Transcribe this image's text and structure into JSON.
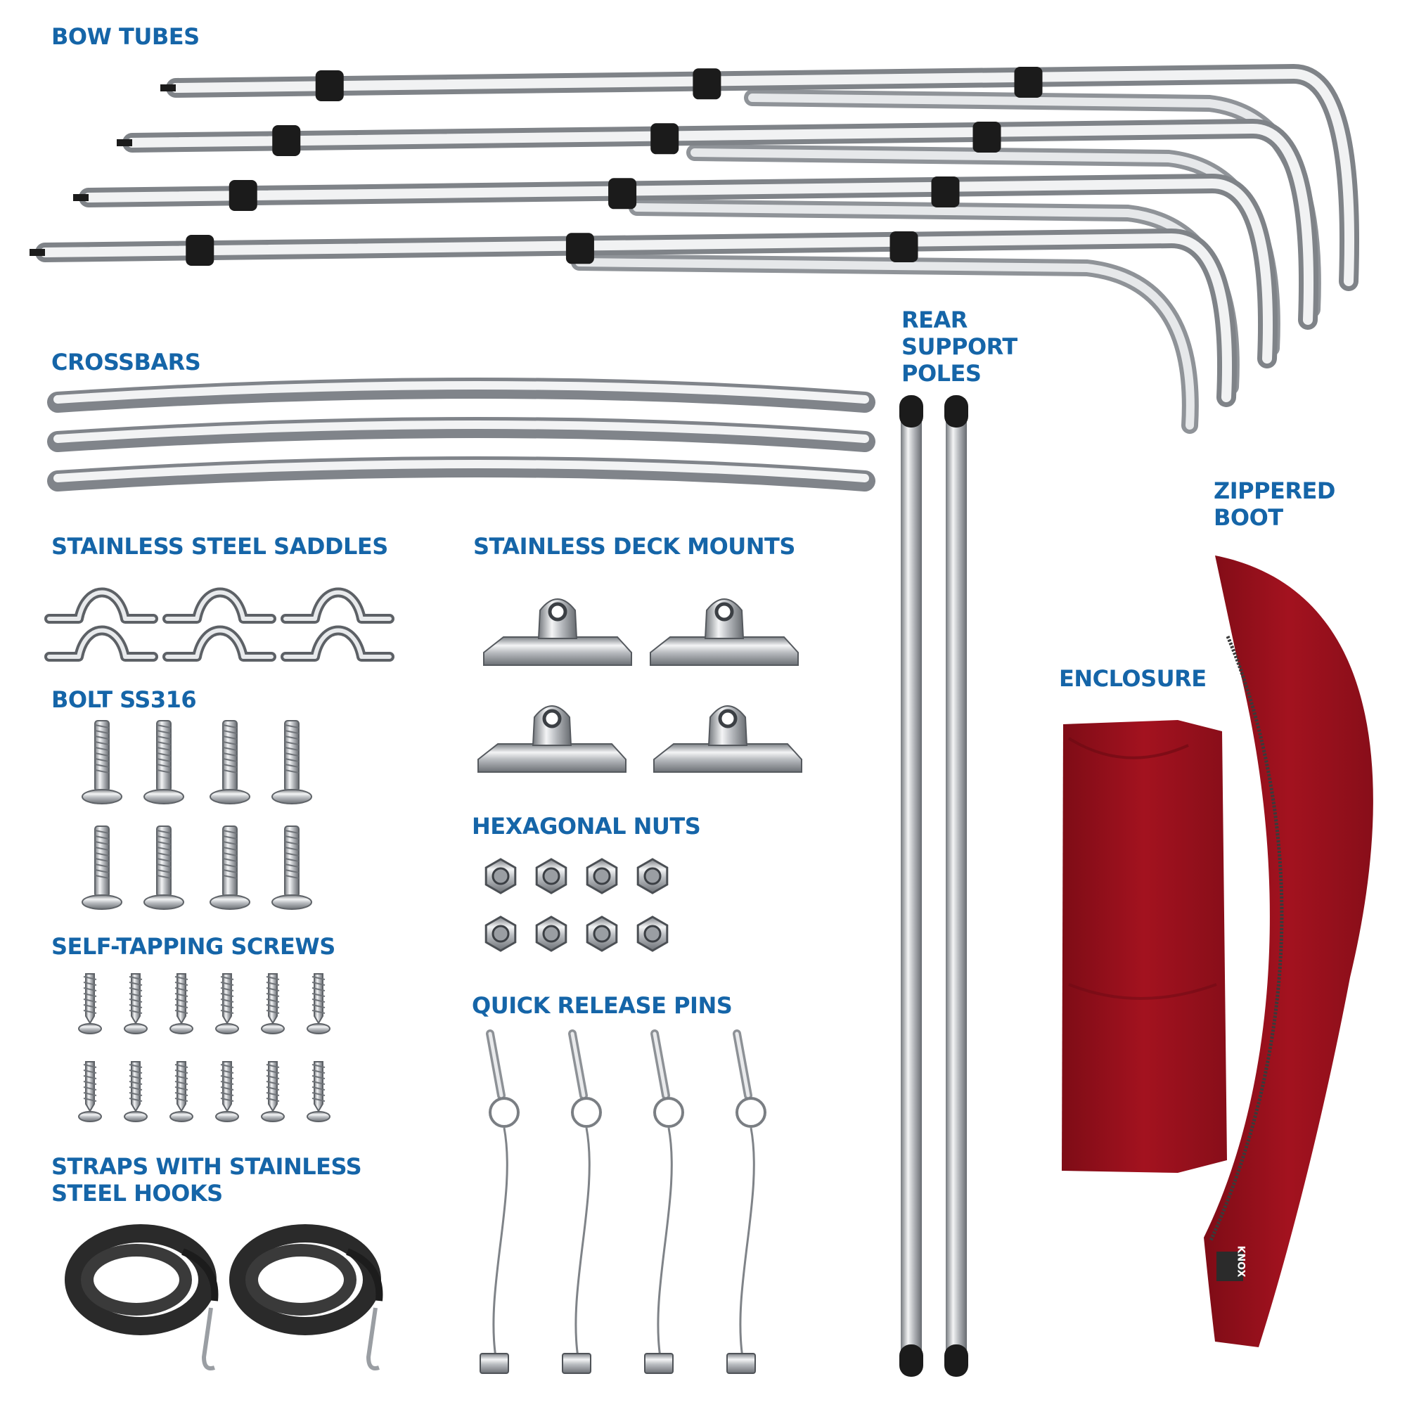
{
  "labels": {
    "bow_tubes": "BOW TUBES",
    "crossbars": "CROSSBARS",
    "rear_support_poles": "REAR\nSUPPORT\nPOLES",
    "zippered_boot": "ZIPPERED\nBOOT",
    "stainless_steel_saddles": "STAINLESS STEEL SADDLES",
    "stainless_deck_mounts": "STAINLESS DECK MOUNTS",
    "enclosure": "ENCLOSURE",
    "bolt_ss316": "BOLT SS316",
    "hexagonal_nuts": "HEXAGONAL NUTS",
    "self_tapping_screws": "SELF-TAPPING SCREWS",
    "quick_release_pins": "QUICK RELEASE PINS",
    "straps_with_hooks": "STRAPS WITH STAINLESS\nSTEEL HOOKS"
  },
  "brand": {
    "tag": "KNOX"
  },
  "colors": {
    "label": "#1565a8",
    "fabric": "#a3121f",
    "metal": "#b9bcc0",
    "fitting": "#1b1b1b",
    "strap": "#2a2a2a"
  },
  "quantities": {
    "bow_tubes": 4,
    "crossbars": 3,
    "rear_support_poles": 2,
    "saddles": 6,
    "deck_mounts": 4,
    "bolts": 8,
    "nuts": 8,
    "screws": 12,
    "quick_release_pins": 4,
    "straps": 2
  }
}
